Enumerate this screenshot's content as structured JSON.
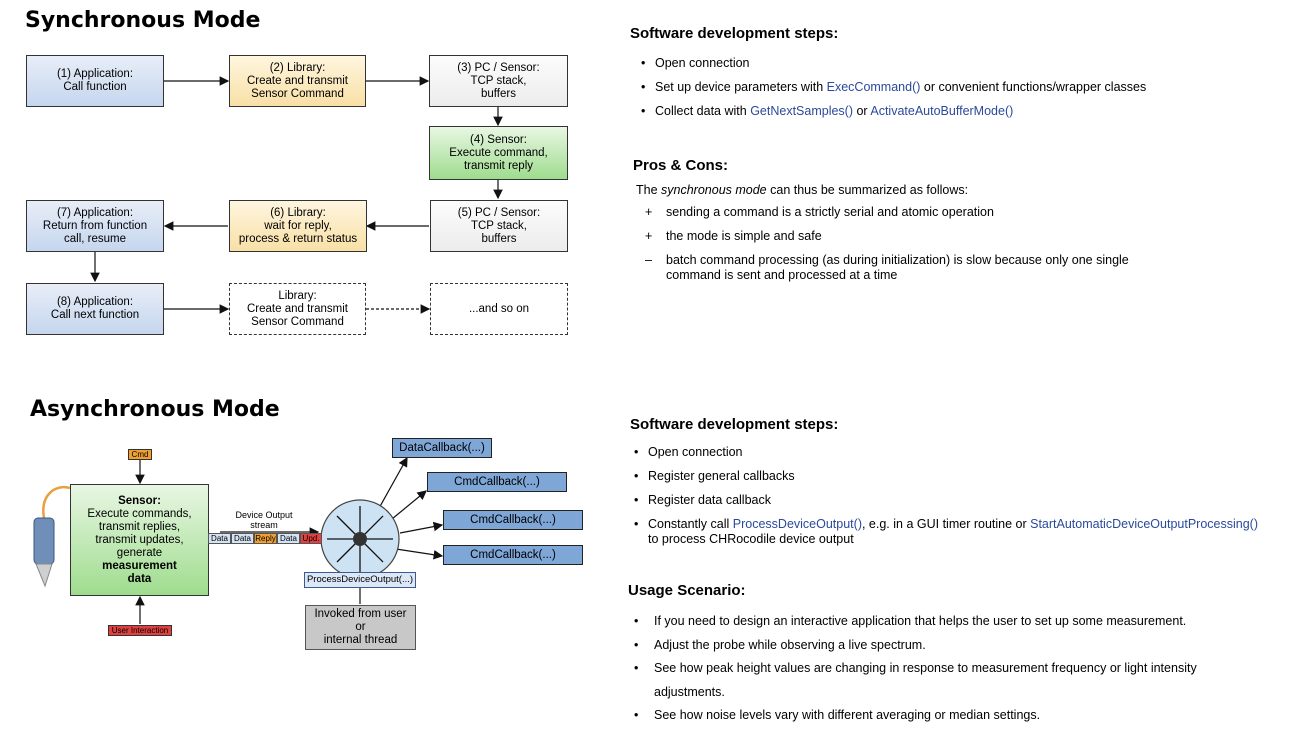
{
  "sync": {
    "title": "Synchronous Mode",
    "boxes": {
      "b1": "(1) Application:\nCall function",
      "b2": "(2) Library:\nCreate and transmit\nSensor Command",
      "b3": "(3) PC / Sensor:\nTCP stack,\nbuffers",
      "b4": "(4) Sensor:\nExecute command,\ntransmit reply",
      "b5": "(5) PC / Sensor:\nTCP stack,\nbuffers",
      "b6": "(6) Library:\nwait for reply,\nprocess & return status",
      "b7": "(7) Application:\nReturn from function\ncall, resume",
      "b8": "(8) Application:\nCall next function",
      "b9": "Library:\nCreate and transmit\nSensor Command",
      "b10": "...and so on"
    },
    "steps_heading": "Software development steps:",
    "steps": {
      "s1": "Open connection",
      "s2a": "Set up device parameters with ",
      "s2link": "ExecCommand()",
      "s2b": " or convenient functions/wrapper classes",
      "s3a": "Collect data with ",
      "s3link1": "GetNextSamples()",
      "s3b": " or ",
      "s3link2": "ActivateAutoBufferMode()"
    },
    "pros_heading": "Pros & Cons:",
    "pros_intro_a": "The ",
    "pros_intro_em": "synchronous mode",
    "pros_intro_b": " can thus be summarized as follows:",
    "pros": [
      {
        "sign": "+",
        "text": "sending a command is a strictly serial and atomic operation"
      },
      {
        "sign": "+",
        "text": "the mode is simple and safe"
      },
      {
        "sign": "–",
        "text": "batch command processing (as during initialization) is slow because only one single command is sent and processed at a time"
      }
    ]
  },
  "async": {
    "title": "Asynchronous Mode",
    "cmd_tag": "Cmd",
    "sensor_title": "Sensor",
    "sensor_body": "Execute commands,\ntransmit replies,\ntransmit updates,\ngenerate",
    "sensor_bold": "measurement\ndata",
    "user_tag": "User Interaction",
    "stream_label": "Device Output\nstream",
    "segments": [
      "Data",
      "Data",
      "Reply",
      "Data",
      "Upd."
    ],
    "process_label": "ProcessDeviceOutput(...)",
    "invoked_label": "Invoked from user\nor\ninternal thread",
    "callbacks": [
      "DataCallback(...)",
      "CmdCallback(...)",
      "CmdCallback(...)",
      "CmdCallback(...)"
    ],
    "steps_heading": "Software development steps:",
    "steps": {
      "s1": "Open connection",
      "s2": "Register general callbacks",
      "s3": "Register data callback",
      "s4a": "Constantly call ",
      "s4link1": "ProcessDeviceOutput()",
      "s4b": ", e.g. in a GUI timer routine or ",
      "s4link2": "StartAutomaticDeviceOutputProcessing()",
      "s4c": "to process CHRocodile device output"
    },
    "usage_heading": "Usage Scenario:",
    "usage": [
      "If you need to design an interactive application that helps the user to set up some measurement.",
      "Adjust the probe while observing a live spectrum.",
      "See how peak height values are changing in response to measurement frequency or light intensity adjustments.",
      "See how noise levels vary with different averaging or median settings."
    ]
  },
  "colors": {
    "link": "#2a4a9a",
    "callback_fill": "#7ea6d6",
    "cmd_tag": "#f0a030",
    "user_tag": "#e04040",
    "reply_seg": "#f0a030",
    "upd_seg": "#e04040"
  }
}
